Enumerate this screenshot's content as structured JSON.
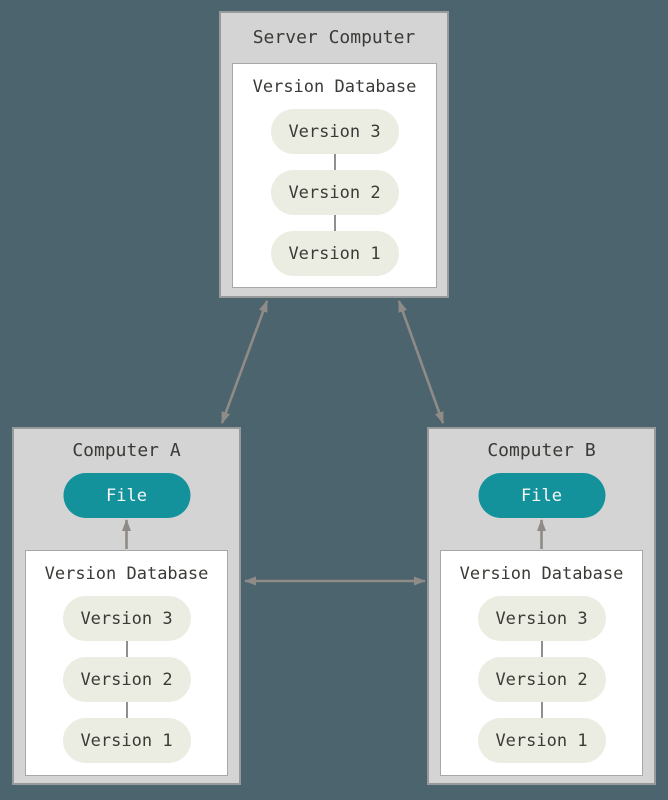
{
  "colors": {
    "bg": "#4b646e",
    "node-fill": "#d4d4d4",
    "node-border": "#98999a",
    "panel-fill": "#ffffff",
    "panel-border": "#a8a8a8",
    "pill-fill": "#ecede2",
    "text": "#3c3a37",
    "file-fill": "#14929c",
    "file-text": "#f5f7f6",
    "edge": "#8f8b86",
    "connector": "#8f8f8f"
  },
  "nodes": {
    "server": {
      "title": "Server Computer",
      "database": {
        "label": "Version Database",
        "versions": [
          "Version 3",
          "Version 2",
          "Version 1"
        ]
      }
    },
    "computer_a": {
      "title": "Computer A",
      "file_label": "File",
      "database": {
        "label": "Version Database",
        "versions": [
          "Version 3",
          "Version 2",
          "Version 1"
        ]
      }
    },
    "computer_b": {
      "title": "Computer B",
      "file_label": "File",
      "database": {
        "label": "Version Database",
        "versions": [
          "Version 3",
          "Version 2",
          "Version 1"
        ]
      }
    }
  },
  "edges": [
    {
      "from": "server-computer",
      "to": "computer-a",
      "style": "double-arrow"
    },
    {
      "from": "server-computer",
      "to": "computer-b",
      "style": "double-arrow"
    },
    {
      "from": "computer-a",
      "to": "computer-b",
      "style": "double-arrow"
    },
    {
      "from": "computer-a-version-database",
      "to": "computer-a-file",
      "style": "arrow-up"
    },
    {
      "from": "computer-b-version-database",
      "to": "computer-b-file",
      "style": "arrow-up"
    }
  ]
}
